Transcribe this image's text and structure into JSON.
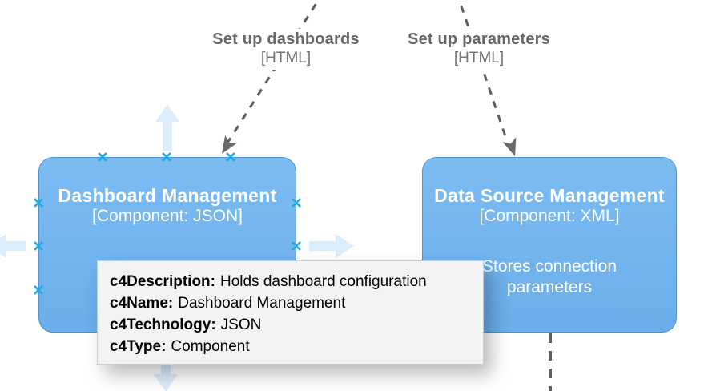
{
  "edges": [
    {
      "label": "Set up dashboards",
      "technology": "[HTML]"
    },
    {
      "label": "Set up parameters",
      "technology": "[HTML]"
    }
  ],
  "nodes": [
    {
      "title": "Dashboard Management",
      "subtitle": "[Component: JSON]",
      "description": ""
    },
    {
      "title": "Data Source Management",
      "subtitle": "[Component: XML]",
      "description": "Stores connection parameters"
    }
  ],
  "tooltip": {
    "rows": [
      {
        "key": "c4Description:",
        "value": "Holds dashboard configuration"
      },
      {
        "key": "c4Name:",
        "value": "Dashboard Management"
      },
      {
        "key": "c4Technology:",
        "value": "JSON"
      },
      {
        "key": "c4Type:",
        "value": "Component"
      }
    ]
  },
  "colors": {
    "node_fill": "#74b6f0",
    "node_border": "#5492cc",
    "node_text": "#ffffff",
    "edge_line": "#5f5f5f",
    "edge_label_text": "#686868",
    "connection_point": "#1fa9e8",
    "hover_arrow": "#d9ecfb",
    "tooltip_bg": "#f3f3f3",
    "tooltip_border": "#cccccc"
  }
}
